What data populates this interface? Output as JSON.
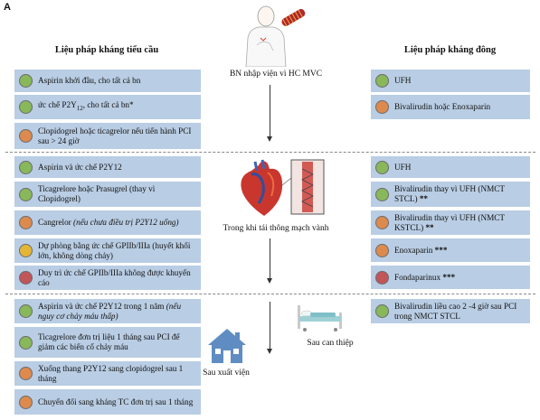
{
  "panel_label": "A",
  "left_header": "Liệu pháp kháng tiểu cầu",
  "right_header": "Liệu pháp kháng đông",
  "captions": {
    "admission": "BN nhập viện vì HC MVC",
    "during": "Trong khi tái thông mạch vành",
    "after_intervention": "Sau can thiệp",
    "discharge": "Sau xuất viện"
  },
  "left_boxes": [
    {
      "color": "green",
      "text": "Aspirin khởi đầu, cho tất cả bn"
    },
    {
      "color": "green",
      "text_a": "ức chế P2Y",
      "sub": "12",
      "text_b": ", cho tất cả bn*"
    },
    {
      "color": "orange",
      "text": "Clopidogrel hoặc ticagrelor nếu tiến hành PCI sau > 24 giờ"
    },
    {
      "color": "green",
      "text": "Aspirin và ức chế P2Y12"
    },
    {
      "color": "green",
      "text": "Ticagrelore hoặc Prasugrel (thay vì Clopidogrel)"
    },
    {
      "color": "orange",
      "text": "Cangrelor ",
      "italic": "(nếu chưa điều trị P2Y12 uống)"
    },
    {
      "color": "yellow",
      "text": "Dự phòng bằng ức chế GPIIb/IIIa (huyết khối lớn, không dòng chảy)"
    },
    {
      "color": "red",
      "text": "Duy trì ức chế GPIIb/IIIa không được khuyến cáo"
    },
    {
      "color": "green",
      "text": "Aspirin và ức chế P2Y12 trong 1 năm ",
      "italic": "(nếu nguy cơ chảy máu thấp)"
    },
    {
      "color": "green",
      "text": "Ticagrelore đơn trị liệu 1 tháng sau PCI để giảm các biến cố chảy máu"
    },
    {
      "color": "orange",
      "text": "Xuống thang P2Y12 sang clopidogrel sau 1 tháng"
    },
    {
      "color": "orange",
      "text": "Chuyển đổi sang kháng TC đơn trị sau 1 tháng"
    }
  ],
  "right_boxes": [
    {
      "color": "green",
      "text": "UFH"
    },
    {
      "color": "orange",
      "text": "Bivalirudin hoặc Enoxaparin"
    },
    {
      "color": "green",
      "text": "UFH"
    },
    {
      "color": "green",
      "text": "Bivalirudin thay vì UFH (NMCT STCL)",
      "stars": " **"
    },
    {
      "color": "orange",
      "text": "Bivalirudin thay vì UFH (NMCT KSTCL)",
      "stars": " **"
    },
    {
      "color": "orange",
      "text": "Enoxaparin",
      "stars": " ***"
    },
    {
      "color": "red",
      "text": "Fondaparinux",
      "stars": " ***"
    },
    {
      "color": "green",
      "text": "Bivalirudin liều cao 2 -4 giờ sau PCI trong NMCT STCL"
    }
  ],
  "icons": {
    "patient": "patient-chest-pain-icon",
    "heart": "heart-stent-icon",
    "bed": "hospital-bed-icon",
    "house": "house-icon"
  },
  "colors": {
    "box_bg": "#b9cde4",
    "green": "#88b85a",
    "orange": "#dd8a4e",
    "yellow": "#e4b636",
    "red": "#c2555a"
  }
}
